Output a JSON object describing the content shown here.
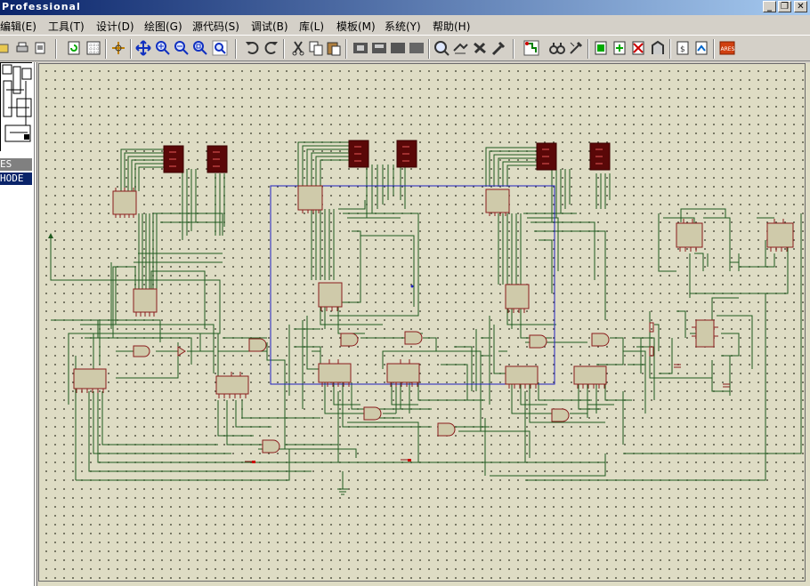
{
  "window": {
    "title": "Professional",
    "minimize": "_",
    "maximize": "❐",
    "close": "✕"
  },
  "menu": [
    "编辑(E)",
    "工具(T)",
    "设计(D)",
    "绘图(G)",
    "源代码(S)",
    "调试(B)",
    "库(L)",
    "模板(M)",
    "系统(Y)",
    "帮助(H)"
  ],
  "toolbar": {
    "icons": [
      "open-icon",
      "print-icon",
      "page-setup-icon",
      "refresh-icon",
      "grid-icon",
      "origin-icon",
      "pan-icon",
      "zoom-in-icon",
      "zoom-out-icon",
      "zoom-all-icon",
      "zoom-area-icon",
      "undo-icon",
      "redo-icon",
      "cut-icon",
      "copy-icon",
      "paste-icon",
      "block-copy-icon",
      "block-move-icon",
      "block-rotate-icon",
      "block-delete-icon",
      "pick-device-icon",
      "make-device-icon",
      "package-icon",
      "decompose-icon",
      "wire-autorouter-icon",
      "search-icon",
      "property-tool-icon",
      "new-sheet-icon",
      "add-sheet-icon",
      "remove-sheet-icon",
      "goto-sheet-icon",
      "bom-icon",
      "netlist-icon",
      "ares-icon"
    ],
    "ares_label": "ARES"
  },
  "left_panel": {
    "device_list": [
      "ES",
      "HODE"
    ],
    "selected_index": 1
  },
  "colors": {
    "wire": "#1e5a1e",
    "component_fill": "#cfcaaa",
    "component_stroke": "#8a1c1c",
    "selection": "#2020c0",
    "display": "#5a0808"
  }
}
